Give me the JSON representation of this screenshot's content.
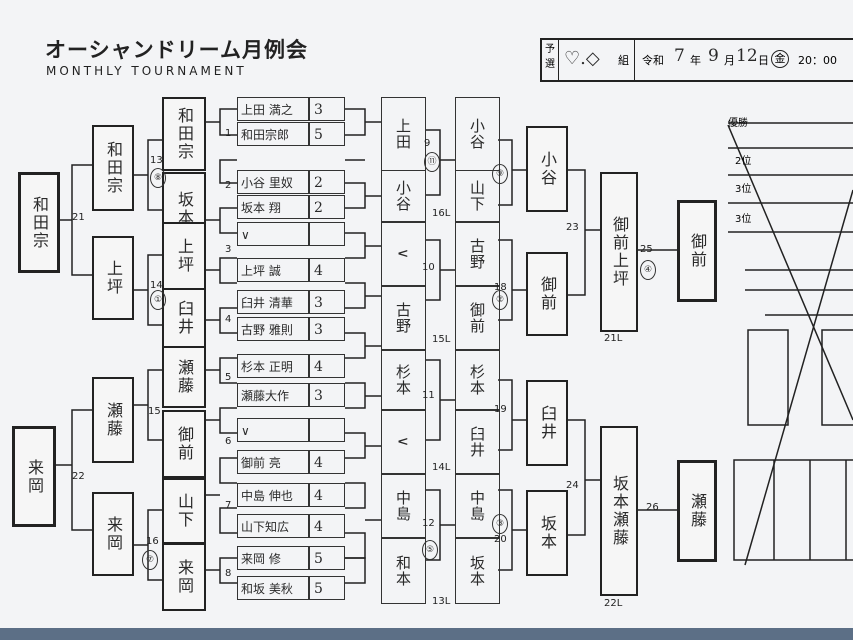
{
  "header": {
    "title": "オーシャンドリーム月例会",
    "subtitle": "MONTHLY TOURNAMENT",
    "yosen_label": "予選",
    "group_label": "組",
    "group_marks": "♡.◇",
    "reiwa_label": "令和",
    "year": "7",
    "year_label": "年",
    "month": "9",
    "month_label": "月",
    "day": "12",
    "day_label": "日",
    "weekday": "金",
    "time": "20：00"
  },
  "results": {
    "winner_label": "優勝",
    "second_label": "2位",
    "third_label_a": "3位",
    "third_label_b": "3位"
  },
  "players": [
    {
      "name": "上田 満之",
      "score": "3"
    },
    {
      "name": "和田宗郎",
      "score": "5"
    },
    {
      "name": "小谷 里奴",
      "score": "2"
    },
    {
      "name": "坂本 翔",
      "score": "2"
    },
    {
      "name": "∨",
      "score": ""
    },
    {
      "name": "上坪 誠",
      "score": "4"
    },
    {
      "name": "臼井 清華",
      "score": "3"
    },
    {
      "name": "古野 雅則",
      "score": "3"
    },
    {
      "name": "杉本 正明",
      "score": "4"
    },
    {
      "name": "瀬藤大作",
      "score": "3"
    },
    {
      "name": "∨",
      "score": ""
    },
    {
      "name": "御前 亮",
      "score": "4"
    },
    {
      "name": "中島 伸也",
      "score": "4"
    },
    {
      "name": "山下知広",
      "score": "4"
    },
    {
      "name": "来岡 修",
      "score": "5"
    },
    {
      "name": "和坂 美秋",
      "score": "5"
    }
  ],
  "left_r1": [
    "和田宗",
    "坂本",
    "上坪",
    "臼井",
    "瀬藤",
    "御前",
    "山下",
    "来岡"
  ],
  "left_r2": [
    "和田宗",
    "上坪",
    "瀬藤",
    "来岡"
  ],
  "left_r3": [
    "和田宗",
    "来岡"
  ],
  "right_r1": [
    "上田",
    "小谷",
    "∨",
    "古野",
    "杉本",
    "∨",
    "中島",
    "和本"
  ],
  "right_r2": [
    "小谷",
    "山下",
    "古野",
    "御前",
    "杉本",
    "臼井",
    "中島",
    "坂本"
  ],
  "right_r3": [
    "小谷",
    "御前",
    "臼井",
    "坂本"
  ],
  "right_r4": [
    "御前上坪",
    "坂本瀬藤"
  ],
  "right_final": [
    "御前",
    "瀬藤"
  ],
  "match_numbers": {
    "m1": "1",
    "m2": "2",
    "m3": "3",
    "m4": "4",
    "m5": "5",
    "m6": "6",
    "m7": "7",
    "m8": "8",
    "m9": "9",
    "m10": "10",
    "m11": "11",
    "m12": "12",
    "m13": "13",
    "m14": "14",
    "m15": "15",
    "m16": "16",
    "m18": "18",
    "m19": "19",
    "m20": "20",
    "m21": "21",
    "m22": "22",
    "m23": "23",
    "m24": "24",
    "m25": "25",
    "m26": "26"
  },
  "loser_labels": {
    "l16": "16L",
    "l15": "15L",
    "l14": "14L",
    "l13": "13L",
    "l21": "21L",
    "l22": "22L"
  },
  "table_marks": {
    "t1": "①",
    "t2": "②",
    "t3": "③",
    "t4": "④",
    "t5": "⑤",
    "t7": "⑦",
    "t8": "⑧",
    "t9": "⑨",
    "t11": "⑪"
  }
}
